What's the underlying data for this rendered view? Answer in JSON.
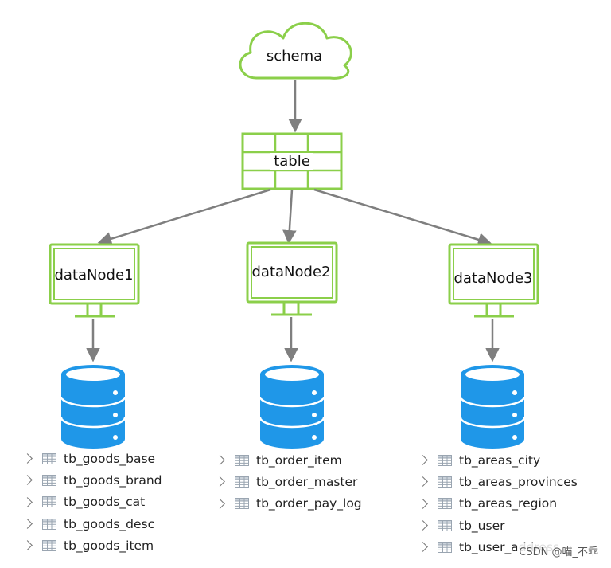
{
  "colors": {
    "accent": "#8bcf4a",
    "arrow": "#7f7f7f",
    "db_fill": "#1f97e8",
    "icon": "#9aa5b1"
  },
  "schema": {
    "label": "schema"
  },
  "table": {
    "label": "table"
  },
  "nodes": [
    {
      "label": "dataNode1",
      "tables": [
        "tb_goods_base",
        "tb_goods_brand",
        "tb_goods_cat",
        "tb_goods_desc",
        "tb_goods_item"
      ]
    },
    {
      "label": "dataNode2",
      "tables": [
        "tb_order_item",
        "tb_order_master",
        "tb_order_pay_log"
      ]
    },
    {
      "label": "dataNode3",
      "tables": [
        "tb_areas_city",
        "tb_areas_provinces",
        "tb_areas_region",
        "tb_user",
        "tb_user_address"
      ]
    }
  ],
  "watermark": "CSDN @喵_不乖"
}
